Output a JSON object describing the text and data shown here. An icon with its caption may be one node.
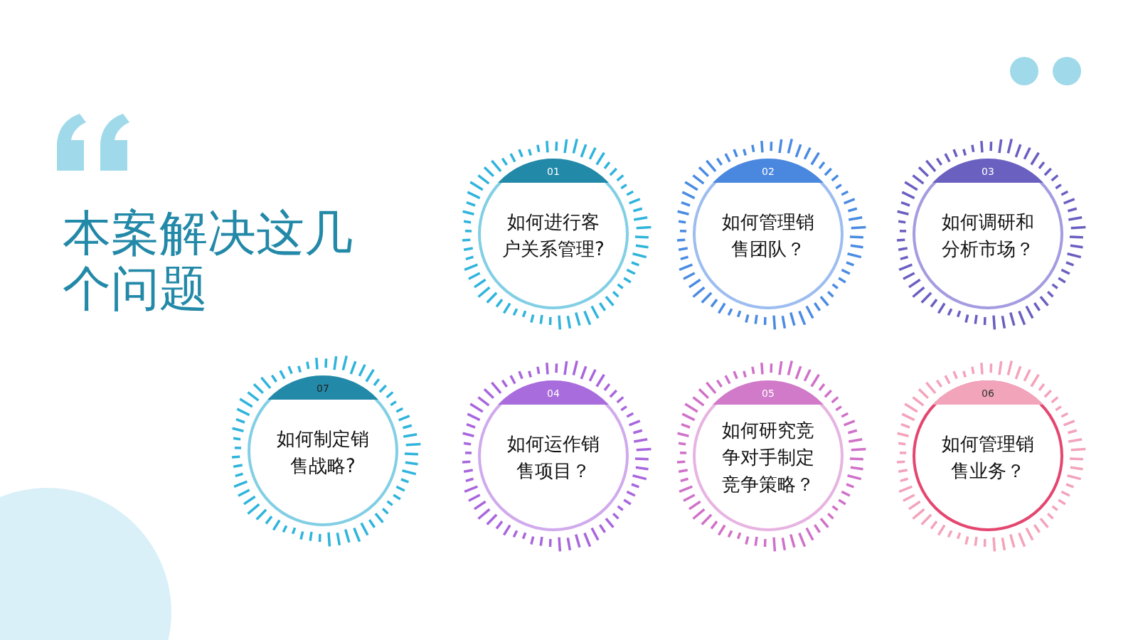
{
  "diagram": {
    "title": "本案解决这几个问题",
    "nodes": [
      {
        "text": [
          "01",
          "如何进行客户关系管理?"
        ]
      },
      {
        "text": [
          "02",
          "如何管理销售团队？"
        ]
      },
      {
        "text": [
          "03",
          "如何调研和分析市场？"
        ]
      },
      {
        "text": [
          "07",
          "如何制定销售战略?"
        ]
      },
      {
        "text": [
          "04",
          "如何运作销售项目？"
        ]
      },
      {
        "text": [
          "05",
          "如何研究竞争对手制定竞争策略？"
        ]
      },
      {
        "text": [
          "06",
          "如何管理销售业务？"
        ]
      }
    ]
  }
}
